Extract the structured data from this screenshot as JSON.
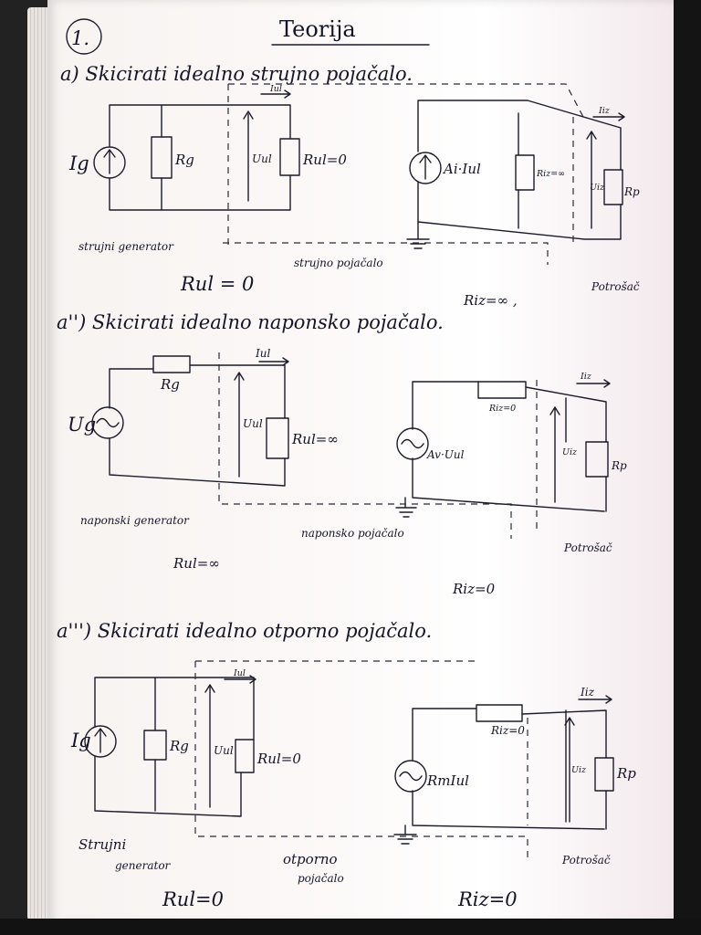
{
  "page": {
    "number": "1.",
    "title": "Teorija"
  },
  "current_amp": {
    "heading": "a) Skicirati idealno strujno pojačalo.",
    "gen_label": "Ig",
    "rg_label": "Rg",
    "uul_label": "Uul",
    "rul_label": "Rul=0",
    "iul_label": "Iul",
    "source_label": "Ai·Iul",
    "riz_label": "Riz=∞",
    "uiz_label": "Uiz",
    "rp_label": "Rp",
    "iiz_label": "Iiz",
    "caption_left": "strujni generator",
    "caption_mid": "strujno pojačalo",
    "caption_right": "Potrošač",
    "rul_value": "Rul = 0",
    "riz_value": "Riz=∞ ,"
  },
  "voltage_amp": {
    "heading": "a'') Skicirati idealno naponsko pojačalo.",
    "gen_label": "Ug",
    "rg_label": "Rg",
    "uul_label": "Uul",
    "rul_label": "Rul=∞",
    "iul_label": "Iul",
    "source_label": "Av·Uul",
    "riz_label": "Riz=0",
    "uiz_label": "Uiz",
    "rp_label": "Rp",
    "iiz_label": "Iiz",
    "caption_left": "naponski generator",
    "caption_mid": "naponsko pojačalo",
    "caption_right": "Potrošač",
    "rul_value": "Rul=∞",
    "riz_value": "Riz=0"
  },
  "resistive_amp": {
    "heading": "a''') Skicirati idealno otporno pojačalo.",
    "gen_label": "Ig",
    "rg_label": "Rg",
    "uul_label": "Uul",
    "rul_label": "Rul=0",
    "iul_label": "Iul",
    "source_label": "RmIul",
    "riz_label": "Riz=0",
    "uiz_label": "Uiz",
    "rp_label": "Rp",
    "iiz_label": "Iiz",
    "caption_left_1": "Strujni",
    "caption_left_2": "generator",
    "caption_mid_1": "otporno",
    "caption_mid_2": "pojačalo",
    "caption_right": "Potrošač",
    "rul_value": "Rul=0",
    "riz_value": "Riz=0"
  }
}
